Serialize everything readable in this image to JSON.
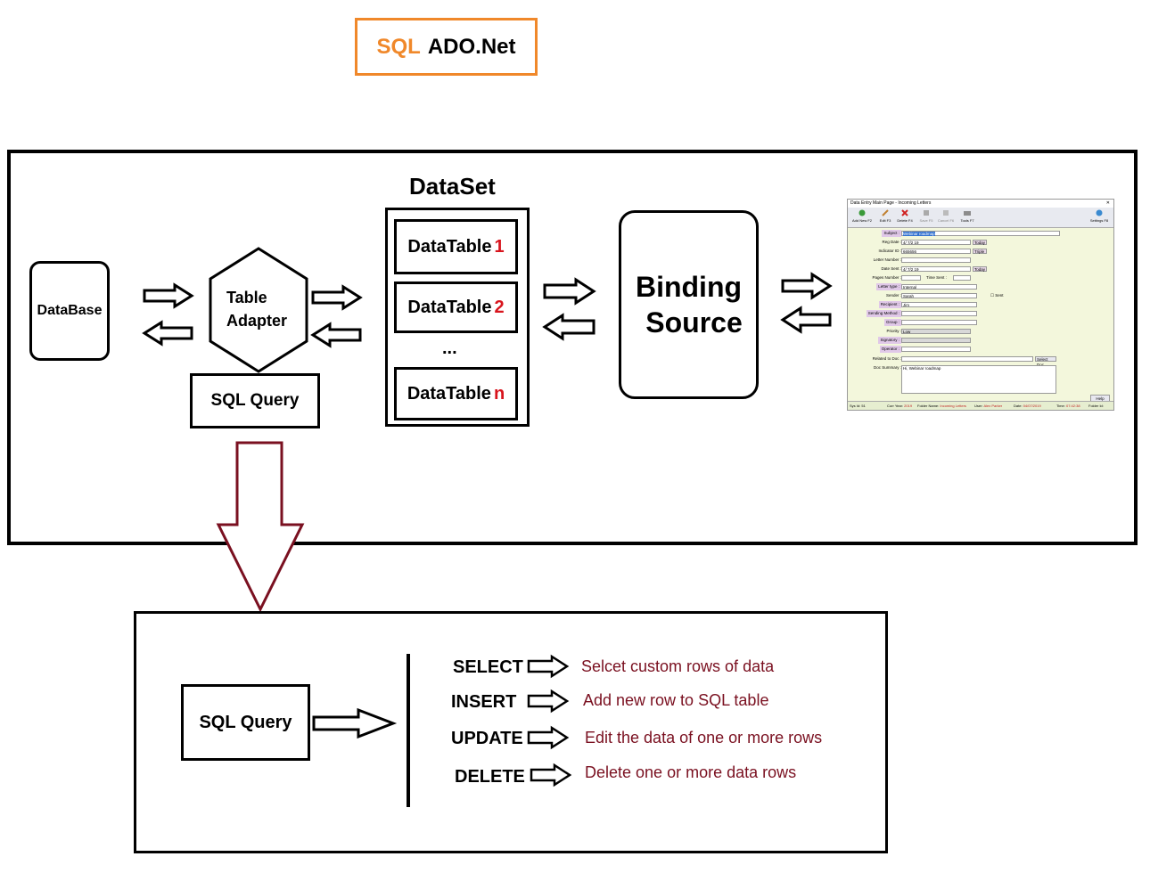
{
  "header": {
    "sql": "SQL",
    "ado": "ADO.Net"
  },
  "pipeline": {
    "database": "DataBase",
    "table_adapter_line1": "Table",
    "table_adapter_line2": "Adapter",
    "sql_query": "SQL Query",
    "dataset_title": "DataSet",
    "datatables": [
      {
        "label": "DataTable",
        "num": "1"
      },
      {
        "label": "DataTable",
        "num": "2"
      },
      {
        "label": "DataTable",
        "num": "n"
      }
    ],
    "ellipsis": "...",
    "binding_line1": "Binding",
    "binding_line2": "Source"
  },
  "app_screenshot": {
    "title": "Data Entry Main Page - Incoming Letters",
    "toolbar": [
      "Add New F2",
      "Edit F3",
      "Delete F4",
      "Save F5",
      "Cancel F6",
      "Tools F7",
      "Settings F8"
    ],
    "fields": [
      {
        "label": "Subject :",
        "value": "Webinar roadmap"
      },
      {
        "label": "Reg Date :",
        "value": "4/ 7/2 19",
        "button": "Today"
      },
      {
        "label": "Indicator ID :",
        "value": "665656",
        "button": "Triple"
      },
      {
        "label": "Letter Number :",
        "value": ""
      },
      {
        "label": "Date Sent :",
        "value": "4/ 7/2 19",
        "button": "Today"
      },
      {
        "label": "Pages Number :",
        "value": "",
        "extra_label": "Time Sent :"
      },
      {
        "label": "Letter type :",
        "value": "Internal"
      },
      {
        "label": "Sender :",
        "value": "Sarah",
        "check": "Sent"
      },
      {
        "label": "Recipient :",
        "value": "Jim"
      },
      {
        "label": "Sending Method :",
        "value": ""
      },
      {
        "label": "Group :",
        "value": ""
      },
      {
        "label": "Priority :",
        "value": "Low"
      },
      {
        "label": "Signatory :",
        "value": ""
      },
      {
        "label": "Operator :",
        "value": ""
      },
      {
        "label": "Related to Doc :",
        "value": "",
        "button": "Select Doc"
      },
      {
        "label": "Doc Summary :",
        "value": "Hi, Webinar roadmap"
      }
    ],
    "help": "Help",
    "status": [
      {
        "label": "Sys Id:",
        "value": "51"
      },
      {
        "label": "Curr Year:",
        "value": "2019"
      },
      {
        "label": "Folder Name:",
        "value": "Incoming Letters"
      },
      {
        "label": "User:",
        "value": "Alex Parker"
      },
      {
        "label": "Date:",
        "value": "04/07/2019"
      },
      {
        "label": "Time:",
        "value": "07:42:38"
      },
      {
        "label": "Folder Id:",
        "value": ""
      }
    ]
  },
  "sql_detail": {
    "sql_query": "SQL Query",
    "commands": [
      {
        "keyword": "SELECT",
        "description": "Selcet custom rows of data"
      },
      {
        "keyword": "INSERT",
        "description": "Add new row to SQL table"
      },
      {
        "keyword": "UPDATE",
        "description": "Edit the data of one or more rows"
      },
      {
        "keyword": "DELETE",
        "description": "Delete one or more data rows"
      }
    ]
  },
  "colors": {
    "orange": "#f0882a",
    "red_num": "#d8141d",
    "dark_red": "#7a1020",
    "app_bg": "#f3f7dc"
  }
}
